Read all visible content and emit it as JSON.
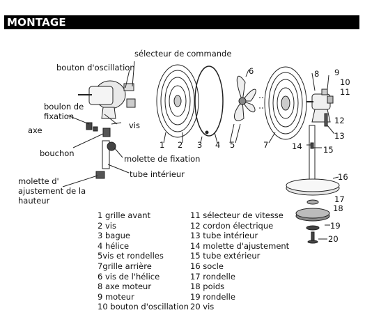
{
  "header": {
    "title": "MONTAGE"
  },
  "callouts": {
    "selecteur_commande": "sélecteur de commande",
    "bouton_oscillation": "bouton d'oscillation",
    "boulon_line1": "boulon de",
    "boulon_line2": "fixation",
    "axe": "axe",
    "vis": "vis",
    "bouchon": "bouchon",
    "molette_fixation": "molette de fixation",
    "tube_interieur": "tube intérieur",
    "molette_ajust_line1": "molette d'",
    "molette_ajust_line2": "ajustement de la",
    "molette_ajust_line3": "hauteur"
  },
  "part_numbers": [
    "1",
    "2",
    "3",
    "4",
    "5",
    "6",
    "7",
    "8",
    "9",
    "10",
    "11",
    "12",
    "13",
    "14",
    "15",
    "16",
    "17",
    "18",
    "19",
    "20"
  ],
  "legend_left": [
    "1 grille avant",
    "2 vis",
    "3 bague",
    "4 hélice",
    "5vis et rondelles",
    "7grille arrière",
    "6 vis de l'hélice",
    "8 axe moteur",
    "9 moteur",
    "10 bouton d'oscillation"
  ],
  "legend_right": [
    "11 sélecteur de vitesse",
    "12 cordon électrique",
    "13 tube intérieur",
    "14 molette d'ajustement",
    "15 tube extérieur",
    "16 socle",
    "17 rondelle",
    "18 poids",
    "19 rondelle",
    "20 vis"
  ]
}
